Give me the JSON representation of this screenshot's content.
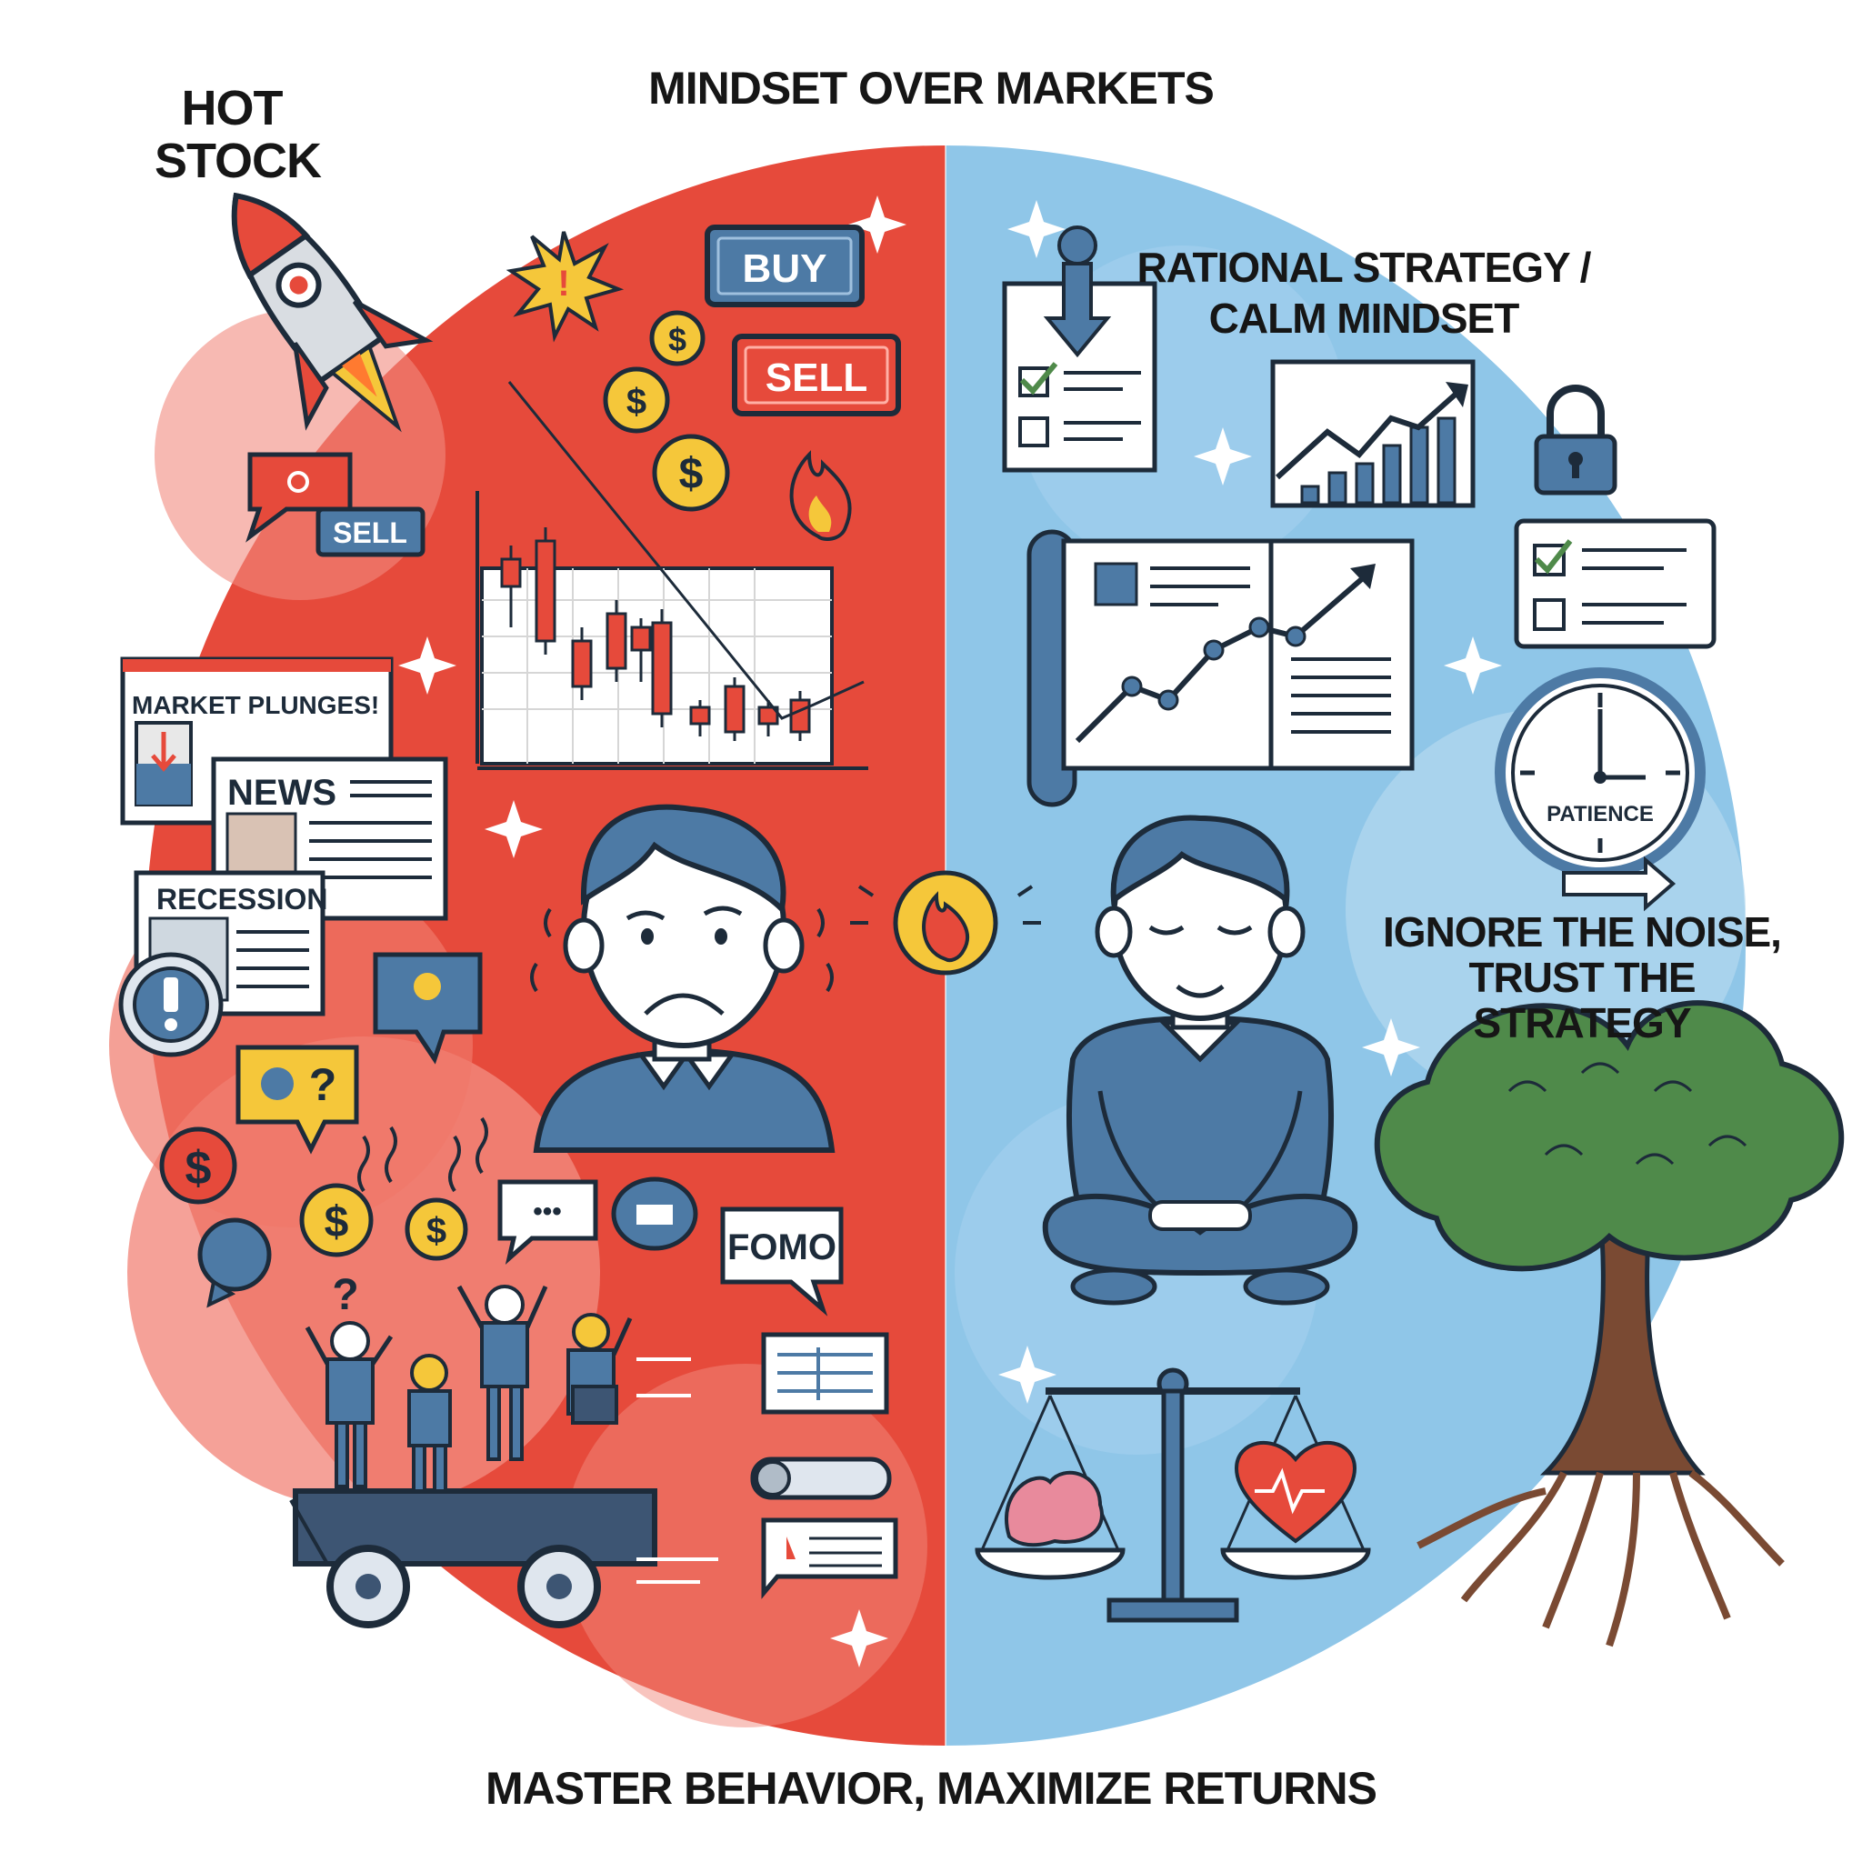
{
  "title": "MINDSET OVER MARKETS",
  "footer": "MASTER BEHAVIOR, MAXIMIZE RETURNS",
  "left": {
    "hot_stock": "HOT STOCK",
    "buy": "BUY",
    "sell_large": "SELL",
    "sell_small": "SELL",
    "headline_1": "MARKET PLUNGES!",
    "headline_2": "NEWS",
    "headline_3": "RECESSION",
    "fomo": "FOMO",
    "dollar": "$",
    "question": "?",
    "ellipsis": "•••",
    "exclamation": "!"
  },
  "right": {
    "rational": "RATIONAL STRATEGY / CALM MINDSET",
    "patience": "PATIENCE",
    "ignore": "IGNORE THE NOISE, TRUST THE STRATEGY"
  },
  "colors": {
    "red": "#e64a3b",
    "red_light": "#f28a7e",
    "blue": "#8fc6e8",
    "blue_dark": "#4d7aa5",
    "navy": "#2f4a6b",
    "gold": "#f5c73a",
    "tree_green": "#4f8a4a",
    "trunk": "#7a4a33"
  }
}
